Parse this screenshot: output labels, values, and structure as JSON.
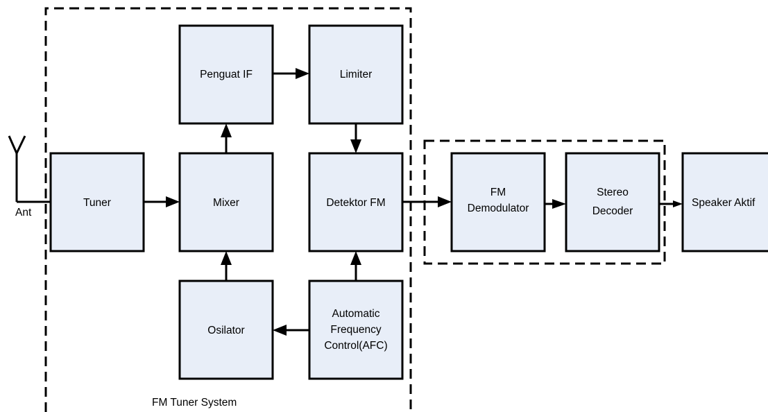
{
  "colors": {
    "block_fill": "#e8eef8",
    "stroke": "#000000",
    "background": "#ffffff"
  },
  "antenna": {
    "label": "Ant",
    "icon": "antenna-icon"
  },
  "groups": {
    "tuner_system": {
      "label": "FM Tuner System"
    }
  },
  "blocks": {
    "tuner": {
      "label": "Tuner"
    },
    "mixer": {
      "label": "Mixer"
    },
    "penguat_if": {
      "label": "Penguat IF"
    },
    "limiter": {
      "label": "Limiter"
    },
    "detektor_fm": {
      "label": "Detektor FM"
    },
    "osilator": {
      "label": "Osilator"
    },
    "afc": {
      "line1": "Automatic",
      "line2": "Frequency",
      "line3": "Control(AFC)"
    },
    "fm_demodulator": {
      "line1": "FM",
      "line2": "Demodulator"
    },
    "stereo_decoder": {
      "line1": "Stereo",
      "line2": "Decoder"
    },
    "speaker_aktif": {
      "label": "Speaker Aktif"
    }
  }
}
